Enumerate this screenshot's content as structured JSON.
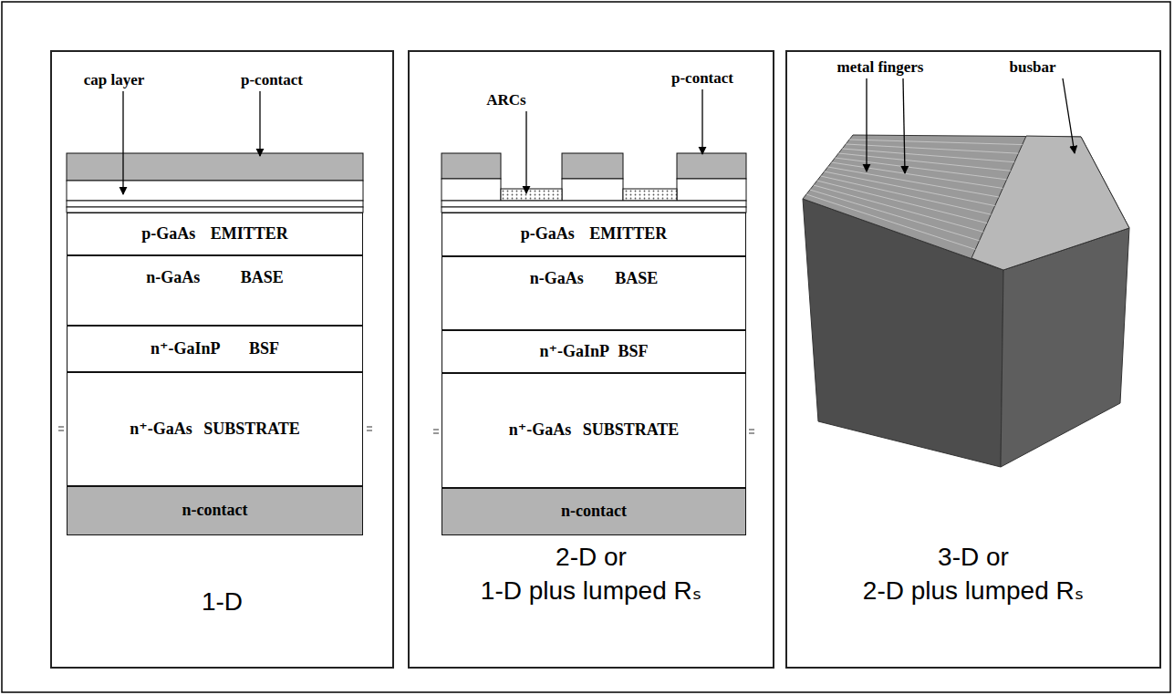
{
  "diagram": {
    "nodes": [
      {
        "text": [
          "1-D"
        ]
      },
      {
        "text": [
          "p-GaAs EMITTER"
        ],
        "in": 0
      },
      {
        "text": [
          "n-GaAs BASE"
        ],
        "in": 0
      },
      {
        "text": [
          "n⁺-GaInP BSF"
        ],
        "in": 0
      },
      {
        "text": [
          "n⁺-GaAs SUBSTRATE"
        ],
        "in": 0
      },
      {
        "text": [
          "n-contact"
        ],
        "in": 0
      },
      {
        "text": [
          "2-D or 1-D plus lumped Rₛ"
        ]
      },
      {
        "text": [
          "p-GaAs EMITTER"
        ],
        "in": 6
      },
      {
        "text": [
          "n-GaAs BASE"
        ],
        "in": 6
      },
      {
        "text": [
          "n⁺-GaInP BSF"
        ],
        "in": 6
      },
      {
        "text": [
          "n⁺-GaAs SUBSTRATE"
        ],
        "in": 6
      },
      {
        "text": [
          "n-contact"
        ],
        "in": 6
      },
      {
        "text": [
          "3-D or 2-D plus lumped Rₛ"
        ]
      }
    ],
    "labels": [
      "cap layer",
      "p-contact",
      "ARCs",
      "p-contact",
      "metal fingers",
      "busbar"
    ]
  }
}
